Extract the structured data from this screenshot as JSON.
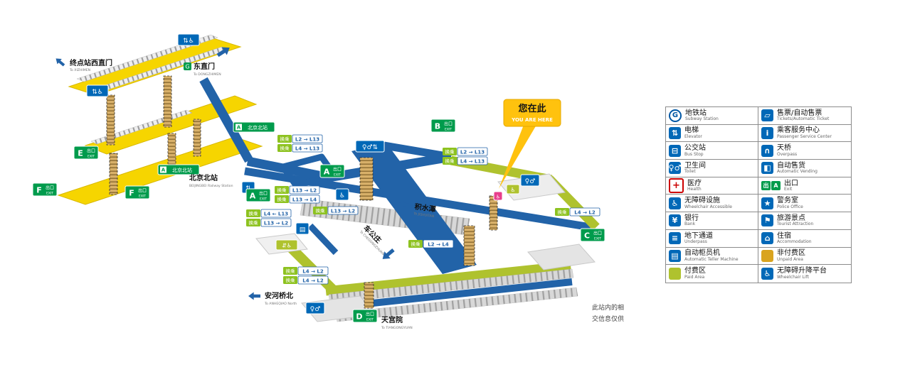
{
  "colors": {
    "yellow": "#F6D500",
    "olive": "#AFC22E",
    "blue": "#2263A8",
    "green": "#009B4C",
    "badge_green": "#8DC21F",
    "you_are_here": "#FFC20E",
    "unpaid": "#D9A420",
    "sign_blue": "#0068B7",
    "lift_pink": "#E83E8C"
  },
  "map": {
    "you_are_here": {
      "zh": "您在此",
      "en": "YOU ARE HERE"
    },
    "transfer_label": "换乘",
    "transfers": [
      "L2 → L13",
      "L4 → L13",
      "L2 → L13",
      "L4 → L13",
      "L13 → L2",
      "L13 → L4",
      "L4 ← L13",
      "L13 → L2",
      "L13 → L2",
      "L2 → L4",
      "L4 → L2",
      "L4 → L2",
      "L4 → L2"
    ],
    "exit_zh": "出口",
    "exit_en": "EXIT",
    "exits": [
      "E",
      "F",
      "F",
      "A",
      "A",
      "B",
      "C",
      "D"
    ],
    "beijingbei_sign": "北京北站",
    "rail_icon": "A",
    "blue_signs": [
      "⇅♿",
      "⇅♿",
      "♀♂⇅",
      "♿",
      "♀♂",
      "♀♂",
      "▤",
      "⇅",
      "⇵♿",
      "♿",
      "♿"
    ],
    "directions": {
      "xizhimen": {
        "zh": "终点站西直门",
        "en": "To XIZHIMEN"
      },
      "dongzhimen": {
        "zh": "东直门",
        "en": "To DONGZHIMEN"
      },
      "beijingbei": {
        "zh": "北京北站",
        "en": "BEIJINGBEI Railway Station"
      },
      "jishuitan": {
        "zh": "积水潭",
        "en": "To JISHUITAN"
      },
      "chegongzhuang": {
        "zh": "车公庄",
        "en": "To CHEGONGZHUANG"
      },
      "anheqiaobei": {
        "zh": "安河桥北",
        "en": "To ANHEQIAO North"
      },
      "tiangongyuan": {
        "zh": "天宫院",
        "en": "To TIANGONGYUAN"
      }
    },
    "disclaimer": [
      "此站内的相",
      "交信息仅供"
    ]
  },
  "legend": {
    "rows": [
      [
        {
          "icon": "subway-station",
          "zh": "地铁站",
          "en": "Subway Station"
        },
        {
          "icon": "ticket",
          "zh": "售票/自动售票",
          "en": "Tickets/Automatic Ticket"
        }
      ],
      [
        {
          "icon": "elevator",
          "zh": "电梯",
          "en": "Elevator"
        },
        {
          "icon": "service-center",
          "zh": "乘客服务中心",
          "en": "Passenger Service Center"
        }
      ],
      [
        {
          "icon": "bus-stop",
          "zh": "公交站",
          "en": "Bus Stop"
        },
        {
          "icon": "overpass",
          "zh": "天桥",
          "en": "Overpass"
        }
      ],
      [
        {
          "icon": "toilet",
          "zh": "卫生间",
          "en": "Toilet"
        },
        {
          "icon": "vending",
          "zh": "自动售货",
          "en": "Automatic Vending"
        }
      ],
      [
        {
          "icon": "health",
          "zh": "医疗",
          "en": "Health"
        },
        {
          "icon": "exit",
          "zh": "出口",
          "en": "Exit"
        }
      ],
      [
        {
          "icon": "wheelchair",
          "zh": "无障碍设施",
          "en": "Wheelchair Accessible"
        },
        {
          "icon": "police",
          "zh": "警务室",
          "en": "Police Office"
        }
      ],
      [
        {
          "icon": "bank",
          "zh": "银行",
          "en": "Bank"
        },
        {
          "icon": "tourist",
          "zh": "旅游景点",
          "en": "Tourist Attraction"
        }
      ],
      [
        {
          "icon": "underpass",
          "zh": "地下通道",
          "en": "Underpass"
        },
        {
          "icon": "hotel",
          "zh": "住宿",
          "en": "Accommodation"
        }
      ],
      [
        {
          "icon": "atm",
          "zh": "自动柜员机",
          "en": "Automatic Teller Machine"
        },
        {
          "icon": "unpaid-area",
          "zh": "非付费区",
          "en": "Unpaid Area"
        }
      ],
      [
        {
          "icon": "paid-area",
          "zh": "付费区",
          "en": "Paid Area"
        },
        {
          "icon": "wheelchair-lift",
          "zh": "无障碍升降平台",
          "en": "Wheelchair Lift"
        }
      ]
    ],
    "glyphs": {
      "subway-station": "G",
      "elevator": "⇅",
      "bus-stop": "⊟",
      "toilet": "♀♂",
      "health": "+",
      "wheelchair": "♿",
      "bank": "¥",
      "underpass": "≡",
      "atm": "▤",
      "ticket": "▱",
      "service-center": "i",
      "overpass": "∩",
      "vending": "◧",
      "police": "★",
      "tourist": "⚑",
      "hotel": "⌂",
      "wheelchair-lift": "♿",
      "exit-a": "出",
      "exit-b": "A"
    }
  }
}
